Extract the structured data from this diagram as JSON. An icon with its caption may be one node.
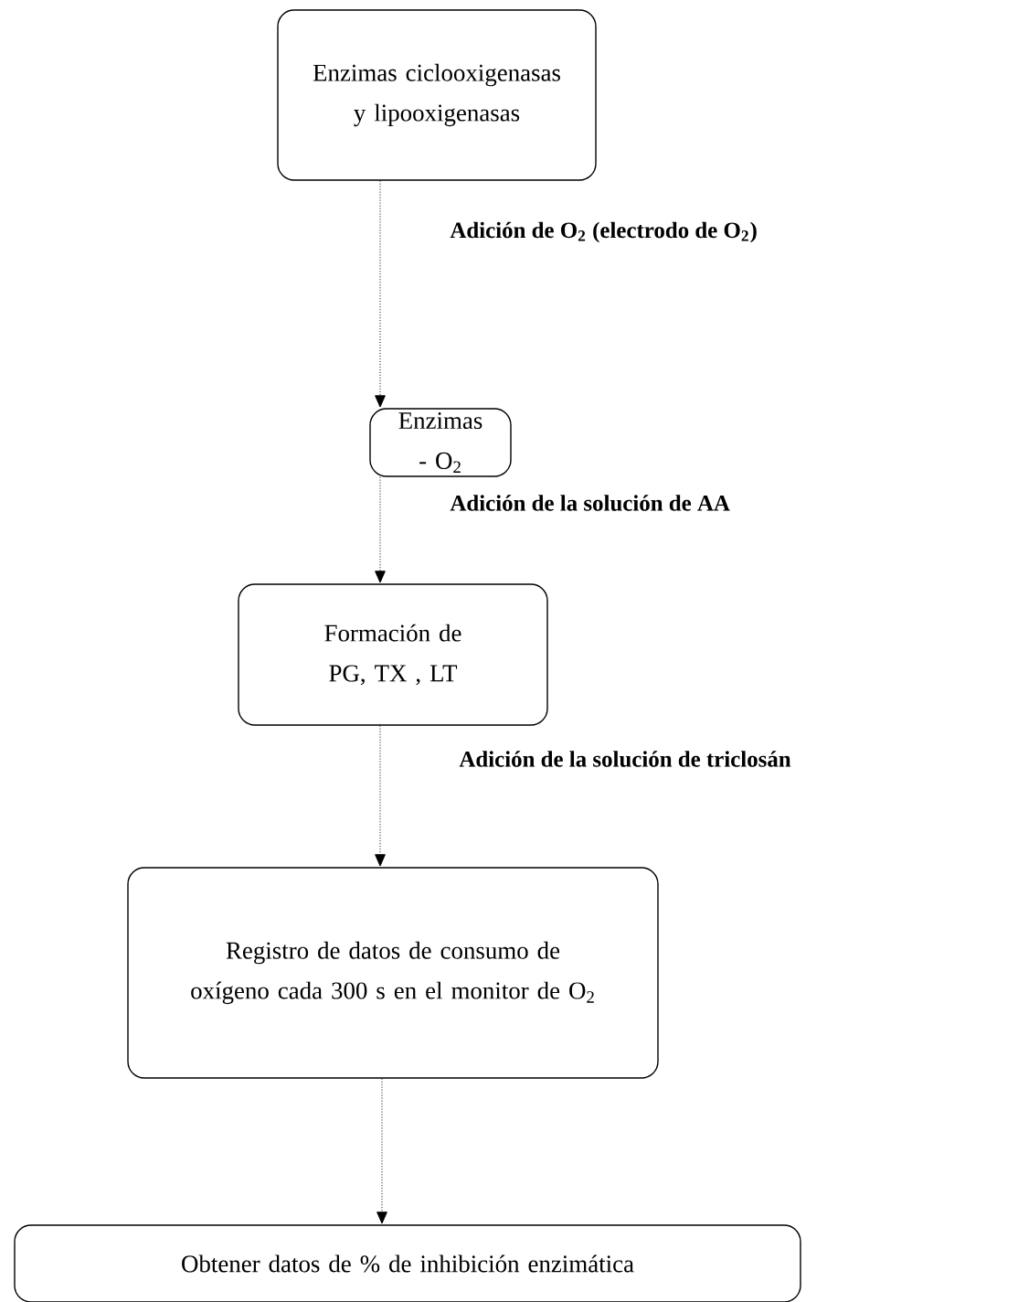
{
  "diagram": {
    "nodes": [
      {
        "text": [
          "Enzimas ciclooxigenasas y lipooxigenasas"
        ]
      },
      {
        "text": [
          "Enzimas - O$_{2}$"
        ]
      },
      {
        "text": [
          "Formación de PG, TX , LT"
        ]
      },
      {
        "text": [
          "Registro de datos de consumo de oxígeno cada 300 s en el monitor de O$_{2}$"
        ]
      },
      {
        "text": [
          "Obtener datos de % de inhibición enzimática"
        ]
      }
    ],
    "edges": [
      {
        "from": 0,
        "to": 1,
        "arrow": "to",
        "style": "dashed",
        "label": "Adición de O$_{2}$ (electrodo de O$_{2}$)"
      },
      {
        "from": 1,
        "to": 2,
        "arrow": "to",
        "style": "dashed",
        "label": "Adición de la solución de AA"
      },
      {
        "from": 2,
        "to": 3,
        "arrow": "to",
        "style": "dashed",
        "label": "Adición de la solución de triclosán"
      },
      {
        "from": 3,
        "to": 4,
        "arrow": "to",
        "style": "dashed"
      }
    ]
  }
}
